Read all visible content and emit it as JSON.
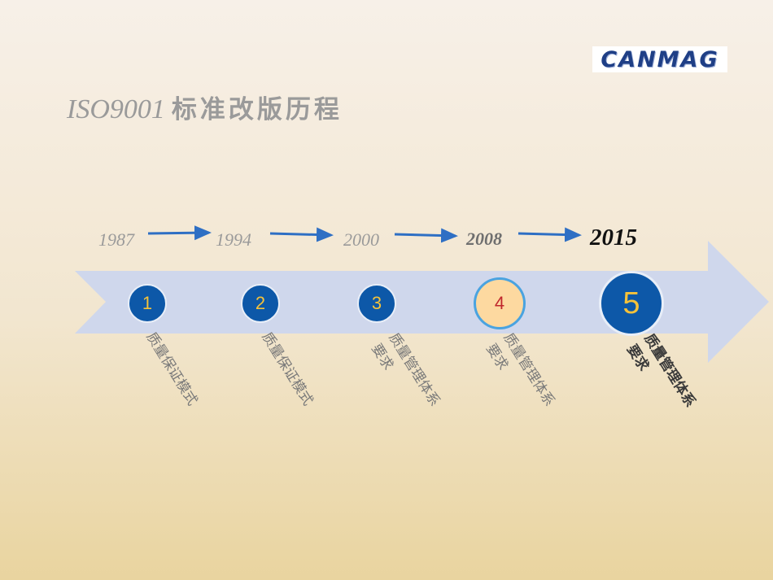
{
  "logo": {
    "text": "CANMAG"
  },
  "title": {
    "latin": "ISO9001",
    "cjk": "标准改版历程"
  },
  "timeline": [
    {
      "year": "1987",
      "number": "1",
      "label_line1": "质量保证模式",
      "label_line2": ""
    },
    {
      "year": "1994",
      "number": "2",
      "label_line1": "质量保证模式",
      "label_line2": ""
    },
    {
      "year": "2000",
      "number": "3",
      "label_line1": "质量管理体系",
      "label_line2": "要求"
    },
    {
      "year": "2008",
      "number": "4",
      "label_line1": "质量管理体系",
      "label_line2": "要求"
    },
    {
      "year": "2015",
      "number": "5",
      "label_line1": "质量管理体系",
      "label_line2": "要求"
    }
  ],
  "colors": {
    "arrow_band": "#cfd7ec",
    "node_blue": "#0d58a8",
    "node_digit": "#f5c23a",
    "highlight_fill": "#fdd9a0",
    "connector_arrow": "#2e6fc4"
  }
}
